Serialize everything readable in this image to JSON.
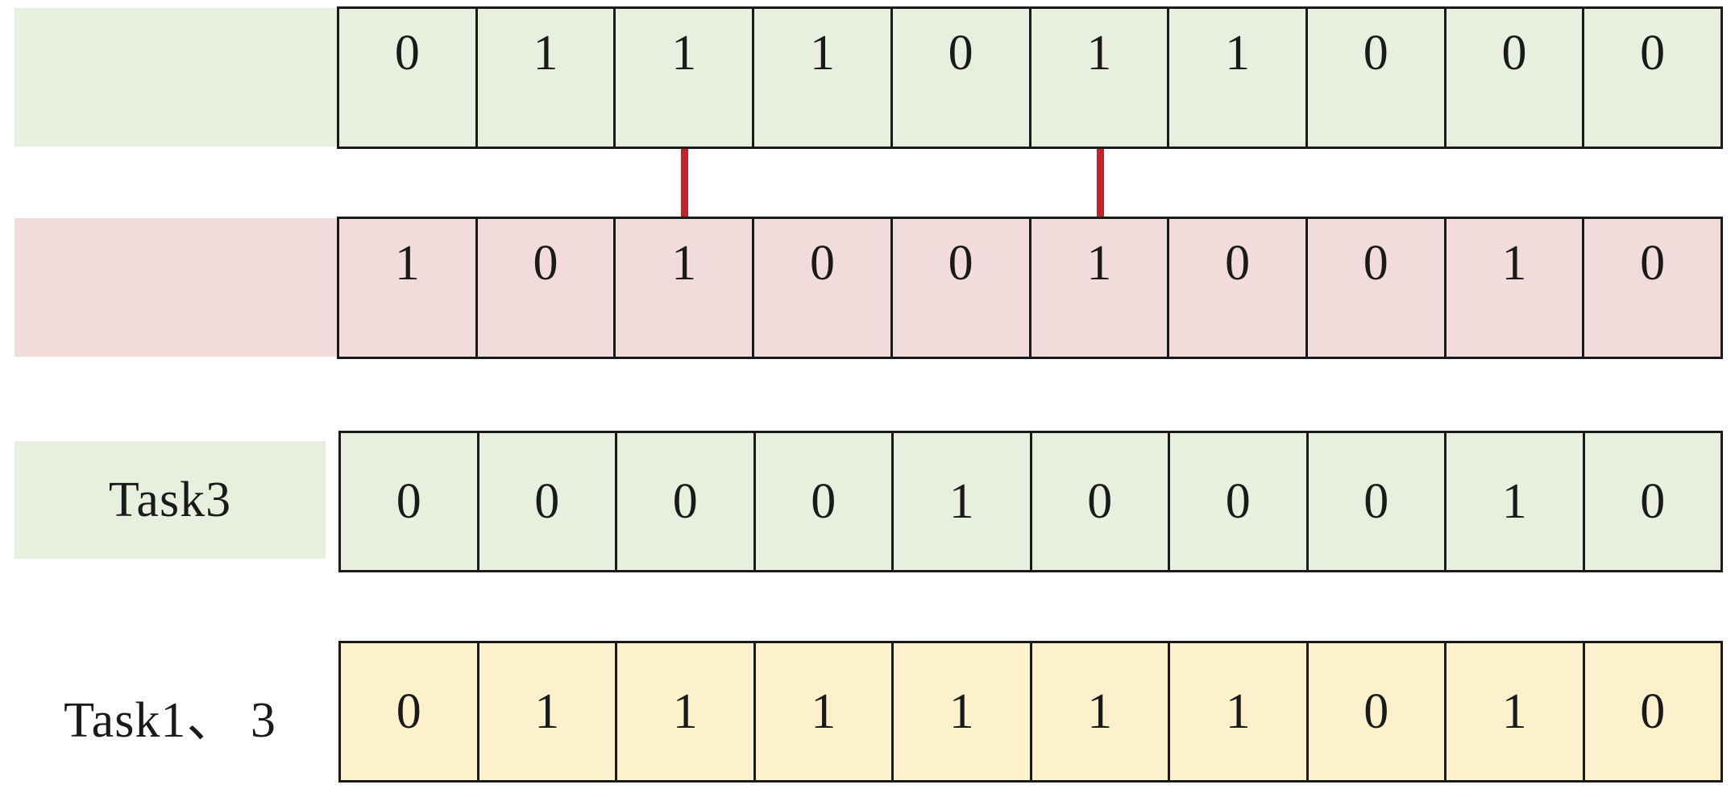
{
  "colors": {
    "green": "#e8efdf",
    "pink": "#f1dcdb",
    "yellow": "#fdf0cd",
    "border": "#1a1a1a",
    "connector": "#c2242b"
  },
  "rows": [
    {
      "id": "row-1",
      "label": "",
      "fill": "green",
      "bits": [
        "0",
        "1",
        "1",
        "1",
        "0",
        "1",
        "1",
        "0",
        "0",
        "0"
      ]
    },
    {
      "id": "row-2",
      "label": "",
      "fill": "pink",
      "bits": [
        "1",
        "0",
        "1",
        "0",
        "0",
        "1",
        "0",
        "0",
        "1",
        "0"
      ]
    },
    {
      "id": "row-3",
      "label": "Task3",
      "fill": "green",
      "bits": [
        "0",
        "0",
        "0",
        "0",
        "1",
        "0",
        "0",
        "0",
        "1",
        "0"
      ]
    },
    {
      "id": "row-4",
      "label": "Task1、 3",
      "fill": "yellow",
      "bits": [
        "0",
        "1",
        "1",
        "1",
        "1",
        "1",
        "1",
        "0",
        "1",
        "0"
      ]
    }
  ],
  "connectors": [
    {
      "between": [
        "row-1",
        "row-2"
      ],
      "column": 3
    },
    {
      "between": [
        "row-1",
        "row-2"
      ],
      "column": 6
    }
  ]
}
